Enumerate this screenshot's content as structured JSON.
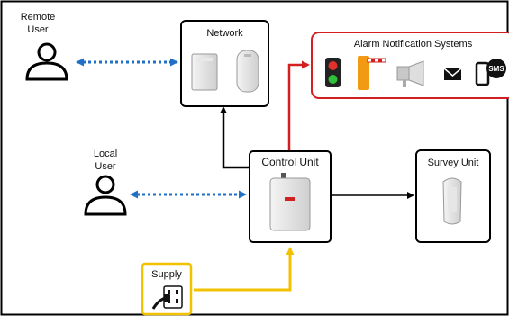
{
  "diagram": {
    "remote_user": {
      "line1": "Remote",
      "line2": "User",
      "icon": "person-icon"
    },
    "local_user": {
      "line1": "Local",
      "line2": "User",
      "icon": "person-icon"
    },
    "network": {
      "title": "Network",
      "icon": "wireless-antenna-icon"
    },
    "alarm": {
      "title": "Alarm Notification Systems",
      "border_color": "#d21f1f",
      "items": [
        "traffic-light-icon",
        "barrier-gate-icon",
        "siren-icon",
        "email-icon",
        "sms-phone-icon"
      ],
      "sms_text": "SMS"
    },
    "control_unit": {
      "title": "Control Unit",
      "icon": "control-box-icon"
    },
    "survey_unit": {
      "title": "Survey Unit",
      "icon": "survey-device-icon"
    },
    "supply": {
      "title": "Supply",
      "border_color": "#f2c200",
      "icon": "power-plug-icon"
    },
    "colors": {
      "user_link": "#1f6fc5",
      "alarm_link": "#d21f1f",
      "supply_link": "#f2c200",
      "control_link": "#000000"
    }
  }
}
